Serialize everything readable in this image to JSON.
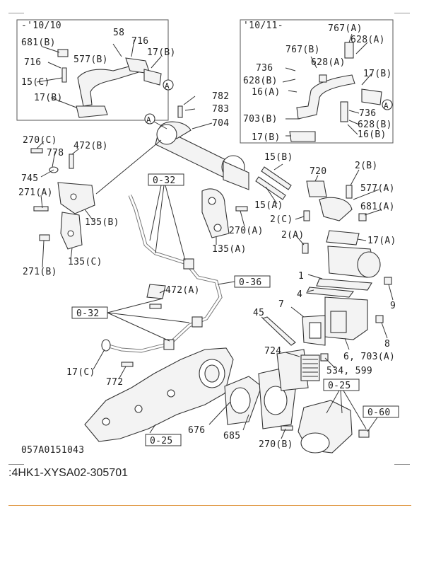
{
  "inset_left": {
    "date": "-'10/10"
  },
  "inset_right": {
    "date": "'10/11-"
  },
  "callouts": {
    "l58": "58",
    "l681b_1": "681(B)",
    "l716a": "716",
    "l716b": "716",
    "l577b": "577(B)",
    "l17b_1": "17(B)",
    "l15c": "15(C)",
    "l17b_2": "17(B)",
    "r767a": "767(A)",
    "r628a_1": "628(A)",
    "r767b": "767(B)",
    "r736_1": "736",
    "r628a_2": "628(A)",
    "r628b_1": "628(B)",
    "r16a": "16(A)",
    "r17b": "17(B)",
    "r703b": "703(B)",
    "r736_2": "736",
    "r628b_2": "628(B)",
    "r17b_2": "17(B)",
    "r16b": "16(B)",
    "m782": "782",
    "m783": "783",
    "m704": "704",
    "m270c": "270(C)",
    "m778": "778",
    "m472b": "472(B)",
    "m745": "745",
    "m271a": "271(A)",
    "m135b": "135(B)",
    "m135c": "135(C)",
    "m271b": "271(B)",
    "m15b": "15(B)",
    "m720": "720",
    "m2b": "2(B)",
    "m577a": "577(A)",
    "m15a": "15(A)",
    "m681a": "681(A)",
    "m2c": "2(C)",
    "m270a": "270(A)",
    "m135a": "135(A)",
    "m17a": "17(A)",
    "m2a": "2(A)",
    "m1": "1",
    "m4": "4",
    "m9": "9",
    "m7": "7",
    "m45": "45",
    "m8": "8",
    "m472a": "472(A)",
    "m6_703a": "6, 703(A)",
    "m724": "724",
    "m534_599": "534, 599",
    "m17c": "17(C)",
    "m772": "772",
    "m676": "676",
    "m685": "685",
    "m270b": "270(B)"
  },
  "circle_markers": {
    "a": "A"
  },
  "ref_boxes": {
    "b032_1": "0-32",
    "b036": "0-36",
    "b032_2": "0-32",
    "b025_1": "0-25",
    "b025_2": "0-25",
    "b060": "0-60"
  },
  "figure_code": "057A0151043",
  "caption": ":4HK1-XYSA02-305701",
  "colors": {
    "rule": "#e3a052",
    "ink": "#333333"
  }
}
